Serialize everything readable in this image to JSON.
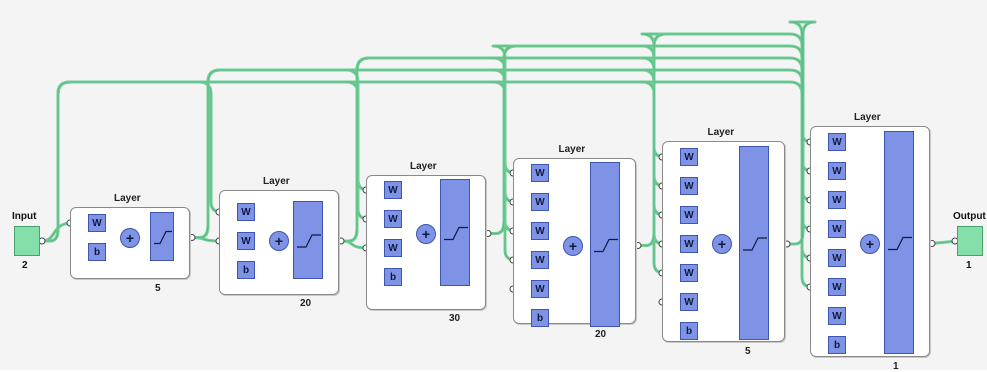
{
  "diagram": {
    "input": {
      "label": "Input",
      "size": "2"
    },
    "output": {
      "label": "Output",
      "size": "1"
    },
    "layers": [
      {
        "title": "Layer",
        "size": "5",
        "weights": [
          "W"
        ],
        "bias": "b",
        "sum": "+"
      },
      {
        "title": "Layer",
        "size": "20",
        "weights": [
          "W",
          "W"
        ],
        "bias": "b",
        "sum": "+"
      },
      {
        "title": "Layer",
        "size": "30",
        "weights": [
          "W",
          "W",
          "W"
        ],
        "bias": "b",
        "sum": "+"
      },
      {
        "title": "Layer",
        "size": "20",
        "weights": [
          "W",
          "W",
          "W",
          "W",
          "W"
        ],
        "bias": "b",
        "sum": "+"
      },
      {
        "title": "Layer",
        "size": "5",
        "weights": [
          "W",
          "W",
          "W",
          "W",
          "W",
          "W"
        ],
        "bias": "b",
        "sum": "+"
      },
      {
        "title": "Layer",
        "size": "1",
        "weights": [
          "W",
          "W",
          "W",
          "W",
          "W",
          "W",
          "W"
        ],
        "bias": "b",
        "sum": "+"
      }
    ]
  },
  "colors": {
    "wire": "#6fcf97",
    "wire_dark": "#3f8f63",
    "block": "#7f93e6",
    "io": "#84e0a8"
  }
}
